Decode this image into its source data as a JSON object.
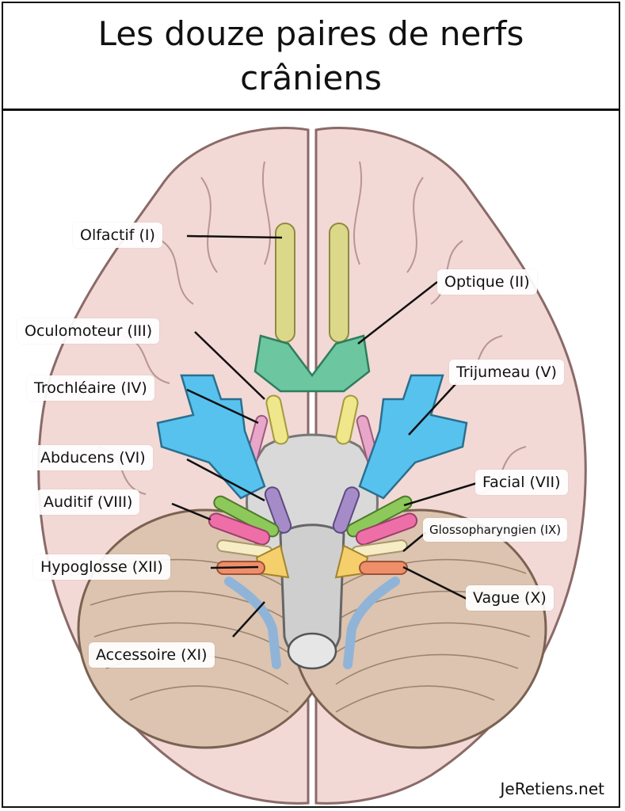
{
  "title": "Les douze paires de nerfs crâniens",
  "labels": {
    "olfactif": "Olfactif (I)",
    "optique": "Optique (II)",
    "oculomoteur": "Oculomoteur (III)",
    "trochleaire": "Trochléaire (IV)",
    "trijumeau": "Trijumeau (V)",
    "abducens": "Abducens (VI)",
    "facial": "Facial (VII)",
    "auditif": "Auditif (VIII)",
    "glossopharyngien": "Glossopharyngien (IX)",
    "hypoglosse": "Hypoglosse (XII)",
    "vague": "Vague (X)",
    "accessoire": "Accessoire (XI)"
  },
  "credit": "JeRetiens.net",
  "colors": {
    "brain": "#f2d9d5",
    "brain_outline": "#8a6a68",
    "cerebellum": "#dcc4b0",
    "brainstem": "#d6d6d6",
    "olfactif": "#dcd88a",
    "optique": "#6cc7a0",
    "oculomoteur": "#f0e68c",
    "trochleaire": "#e8a7c9",
    "trijumeau": "#57c2ee",
    "abducens": "#a58cc8",
    "facial": "#8dc95a",
    "auditif": "#ee6fa8",
    "glossopharyngien": "#f7edc4",
    "vague": "#ee8f6a",
    "hypoglosse": "#f4cf6c",
    "accessoire": "#8fb4d8"
  }
}
